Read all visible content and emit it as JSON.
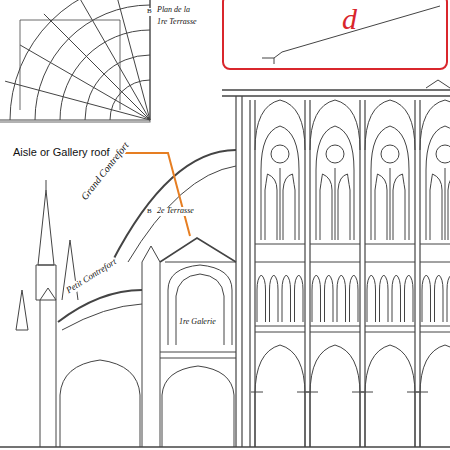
{
  "diagram": {
    "nodes": [
      {
        "text": [
          "d"
        ]
      }
    ],
    "labels": [
      "Aisle or Gallery roof",
      "Grand Contrefort",
      "B",
      "2e Terrasse",
      "Petit Contrefort",
      "1re Galerie",
      "B",
      "Plan de la",
      "1re Terrasse"
    ]
  }
}
